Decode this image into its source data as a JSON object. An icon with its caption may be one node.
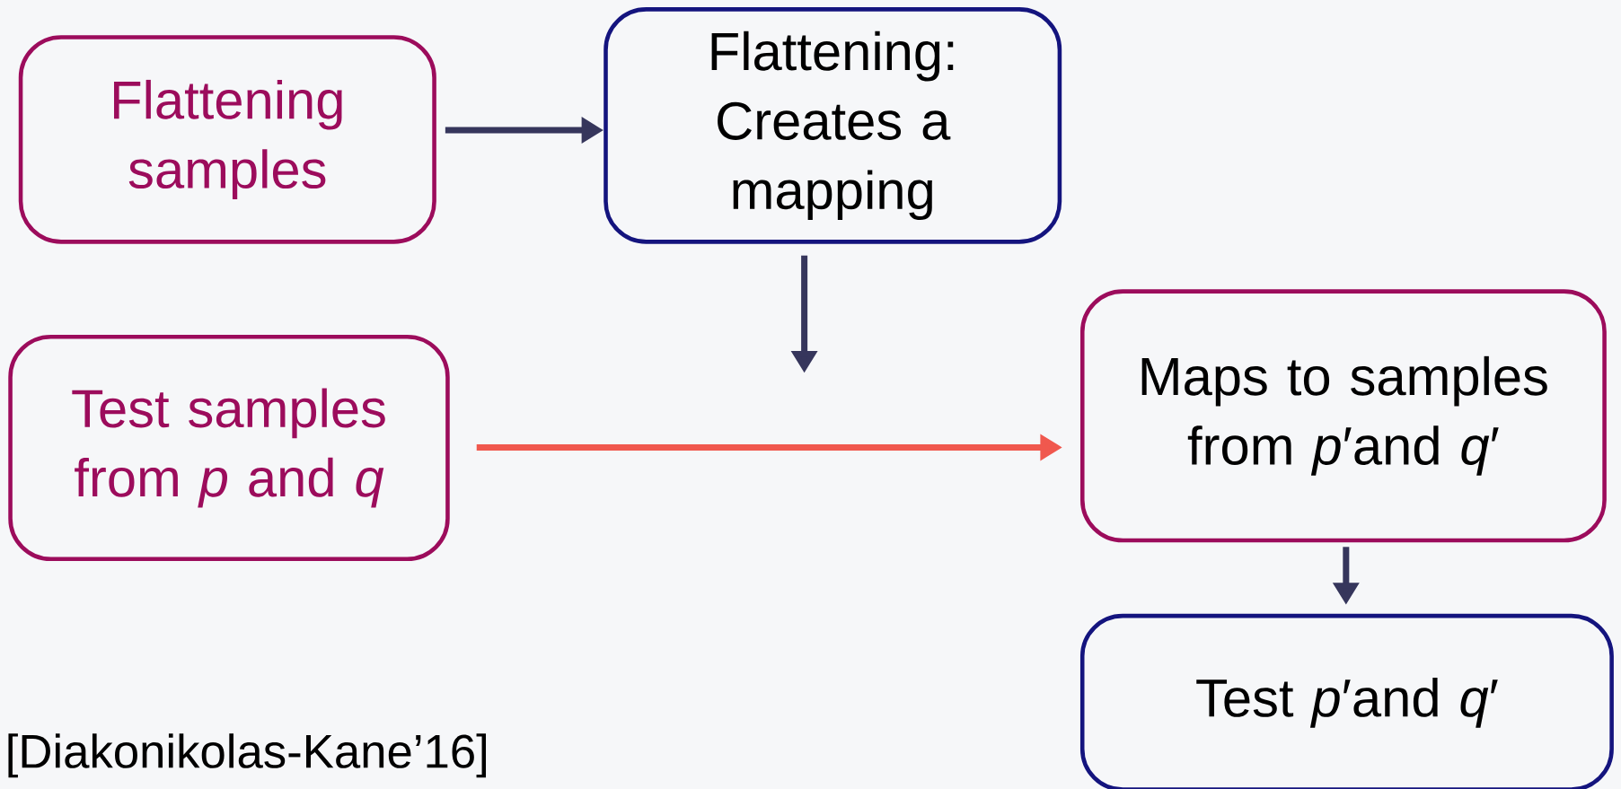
{
  "diagram": {
    "nodes": [
      {
        "text": [
          "Flattening samples"
        ]
      },
      {
        "text": [
          "Flattening: Creates a mapping"
        ]
      },
      {
        "text": [
          "Test samples from *p* and *q*"
        ]
      },
      {
        "text": [
          "Maps to samples from *p*′and *q*′"
        ]
      },
      {
        "text": [
          "Test *p*′and *q*′"
        ]
      }
    ],
    "edges": [
      {
        "from": 0,
        "to": 1,
        "arrow": "to"
      },
      {
        "from": 1,
        "to": null,
        "arrow": "to"
      },
      {
        "from": 2,
        "to": 3,
        "arrow": "to",
        "color": "#f0584e"
      },
      {
        "from": 3,
        "to": 4,
        "arrow": "to"
      }
    ],
    "labels": [
      "[Diakonikolas-Kane’16]"
    ]
  }
}
